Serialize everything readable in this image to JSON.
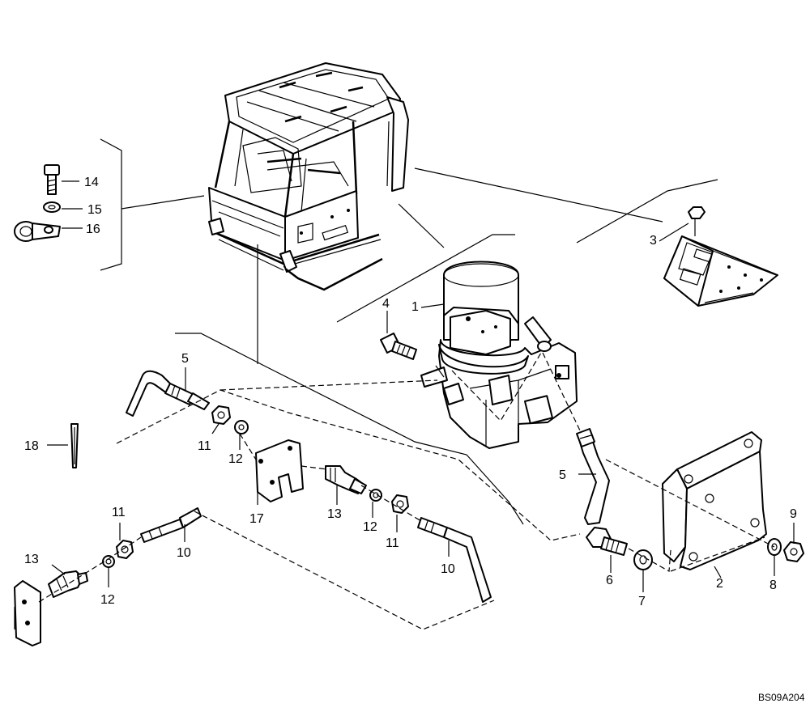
{
  "drawing_ref": "BS09A204",
  "callouts": {
    "c1": "1",
    "c2": "2",
    "c3": "3",
    "c4": "4",
    "c5a": "5",
    "c5b": "5",
    "c6": "6",
    "c7": "7",
    "c8": "8",
    "c9": "9",
    "c10a": "10",
    "c10b": "10",
    "c11a": "11",
    "c11b": "11",
    "c11c": "11",
    "c12a": "12",
    "c12b": "12",
    "c12c": "12",
    "c13a": "13",
    "c13b": "13",
    "c14": "14",
    "c15": "15",
    "c16": "16",
    "c17": "17",
    "c18": "18"
  },
  "colors": {
    "ink": "#000000",
    "paper": "#ffffff"
  }
}
